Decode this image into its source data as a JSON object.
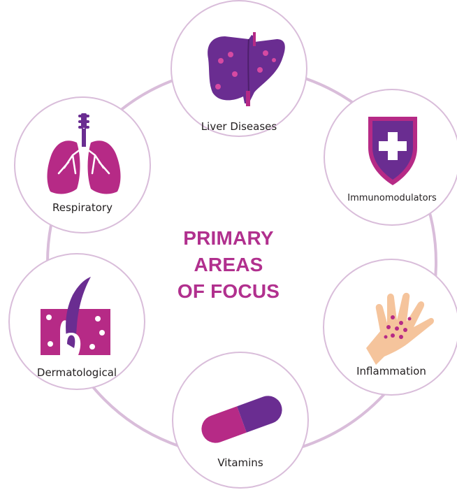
{
  "title": {
    "line1": "PRIMARY AREAS",
    "line2": "OF FOCUS"
  },
  "colors": {
    "accent": "#b1308e",
    "purple": "#6a2d91",
    "magenta": "#b62a86",
    "ring": "#d9bdda",
    "skin": "#f5c49c"
  },
  "areas": [
    {
      "label": "Liver Diseases",
      "icon": "liver-icon"
    },
    {
      "label": "Immunomodulators",
      "icon": "shield-plus-icon"
    },
    {
      "label": "Inflammation",
      "icon": "rash-hand-icon"
    },
    {
      "label": "Vitamins",
      "icon": "capsule-icon"
    },
    {
      "label": "Dermatological",
      "icon": "hair-follicle-icon"
    },
    {
      "label": "Respiratory",
      "icon": "lungs-icon"
    }
  ]
}
